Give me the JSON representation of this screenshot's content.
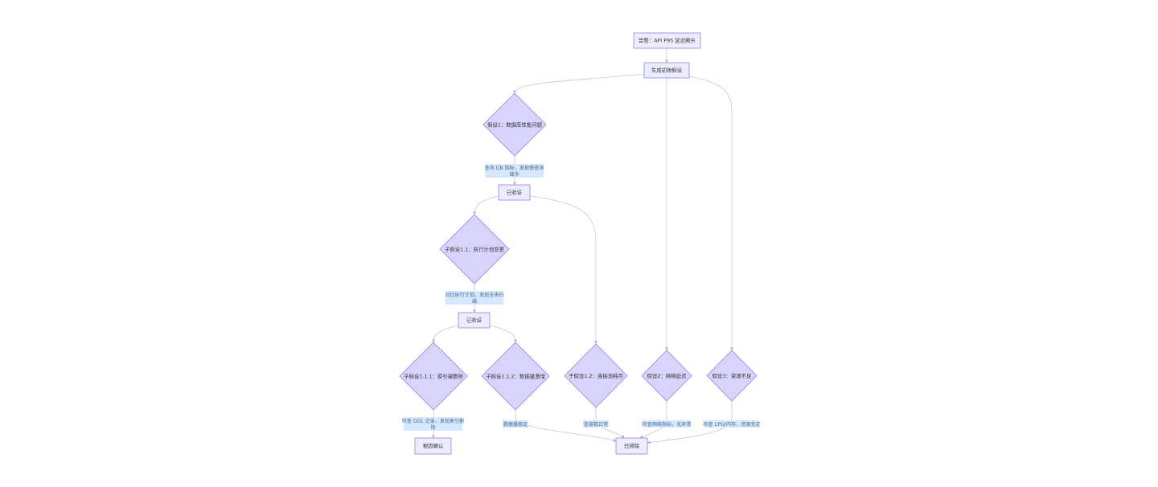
{
  "colors": {
    "node_fill": "#ECECFF",
    "node_stroke": "#9370DB",
    "diamond_fill": "#D9D4FB",
    "edge": "#C6C6D6",
    "label_bg": "#D6E8FF",
    "text": "#333333"
  },
  "nodes": {
    "alert": "告警：API P95 延迟飙升",
    "generate": "生成初始假设",
    "h1": "假设1：数据库性能问题",
    "verified1": "已验证",
    "h11": "子假设1.1：执行计划变更",
    "verified2": "已验证",
    "h111": "子假设1.1.1：索引被删除",
    "h112": "子假设1.1.2：数据量激增",
    "h12": "子假设1.2：连接池耗尽",
    "h2": "假设2：网络延迟",
    "h3": "假设3：资源不足",
    "root_cause": "根因确认",
    "excluded": "已排除"
  },
  "edge_labels": {
    "db_metrics": [
      "查询 DB 指标，发现慢查询",
      "增多"
    ],
    "compare_plan": [
      "对比执行计划，发现全表扫",
      "描"
    ],
    "ddl_log": [
      "检查 DDL 记录，发现索引删",
      "除"
    ],
    "data_stable": "数据量稳定",
    "conn_normal": "连接数正常",
    "network_ok": "检查网络指标，无异常",
    "resource_ok": "检查 CPU/内存，资源充足"
  }
}
